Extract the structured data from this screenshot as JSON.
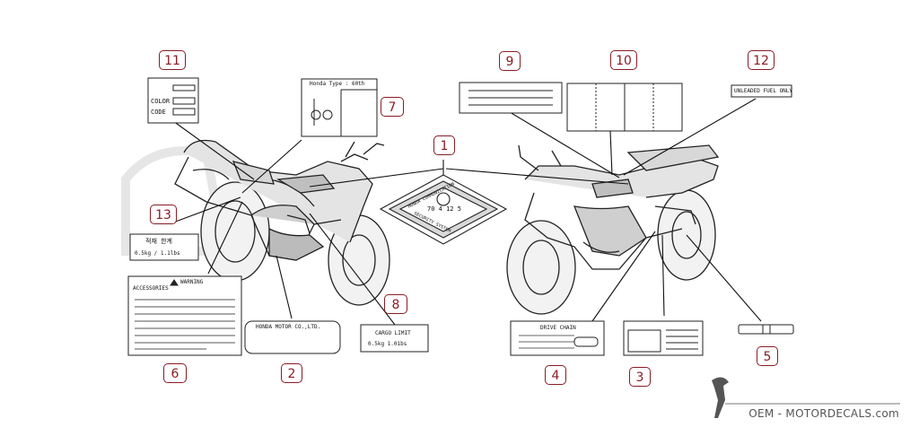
{
  "callouts": [
    "1",
    "2",
    "3",
    "4",
    "5",
    "6",
    "7",
    "8",
    "9",
    "10",
    "11",
    "12",
    "13"
  ],
  "decal_text": {
    "honda_type": "Honda Type : 60th",
    "color": "COLOR",
    "code": "CODE",
    "unleaded": "UNLEADED FUEL ONLY",
    "korean": "적재 한계",
    "korean_value": "0.5kg  /  1.1lbs",
    "warning": "WARNING",
    "accessories": "ACCESSORIES",
    "honda_motor": "HONDA MOTOR CO.,LTD.",
    "cargo_limit": "CARGO LIMIT",
    "cargo_value": "0.5kg      1.01bs",
    "drive_chain": "DRIVE CHAIN",
    "diamond_top": "HONDA COMMUNICATION",
    "diamond_bottom": "SECURITY SYSTEM",
    "diamond_num": "70 4 12 5"
  },
  "footer": {
    "brand": "OEM - MOTORDECALS.com"
  },
  "colors": {
    "callout": "#8a1c24",
    "line": "#111111",
    "watermark": "#e2e2e2"
  }
}
